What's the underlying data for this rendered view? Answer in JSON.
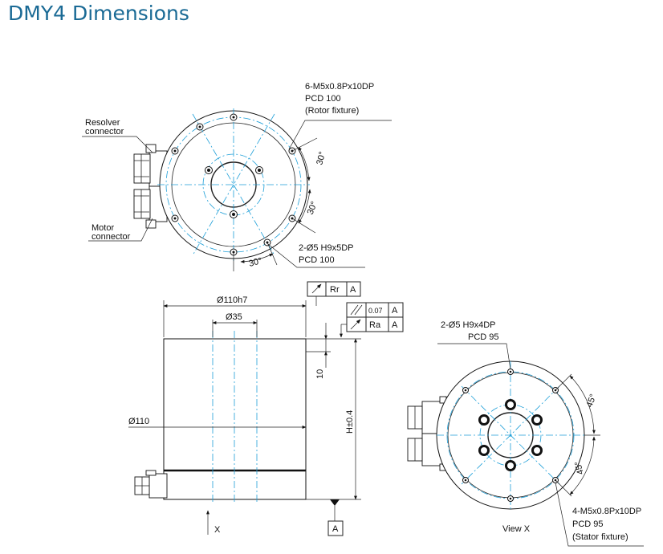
{
  "title": "DMY4 Dimensions",
  "top_view": {
    "rotor_holes_label": [
      "6-M5x0.8Px10DP",
      "PCD 100",
      "(Rotor fixture)"
    ],
    "pin_holes_label": [
      "2-Ø5 H9x5DP",
      "PCD 100"
    ],
    "resolver_label": [
      "Resolver",
      "connector"
    ],
    "motor_label": [
      "Motor",
      "connector"
    ],
    "angle_1": "30°",
    "angle_2": "30°",
    "angle_3": "30°"
  },
  "side_view": {
    "dia_top": "Ø110h7",
    "dia_bore": "Ø35",
    "dia_body": "Ø110",
    "height": "H±0.4",
    "dim_10": "10",
    "gdt_1": [
      "Rr",
      "A"
    ],
    "gdt_2": [
      "0.07",
      "A"
    ],
    "gdt_3": [
      "Ra",
      "A"
    ],
    "datum": "A",
    "view_arrow_label": "X"
  },
  "bottom_view": {
    "pin_holes_label": [
      "2-Ø5 H9x4DP",
      "PCD 95"
    ],
    "stator_holes_label": [
      "4-M5x0.8Px10DP",
      "PCD 95",
      "(Stator fixture)"
    ],
    "angle_1": "45°",
    "angle_2": "45°",
    "view_label": "View X"
  }
}
